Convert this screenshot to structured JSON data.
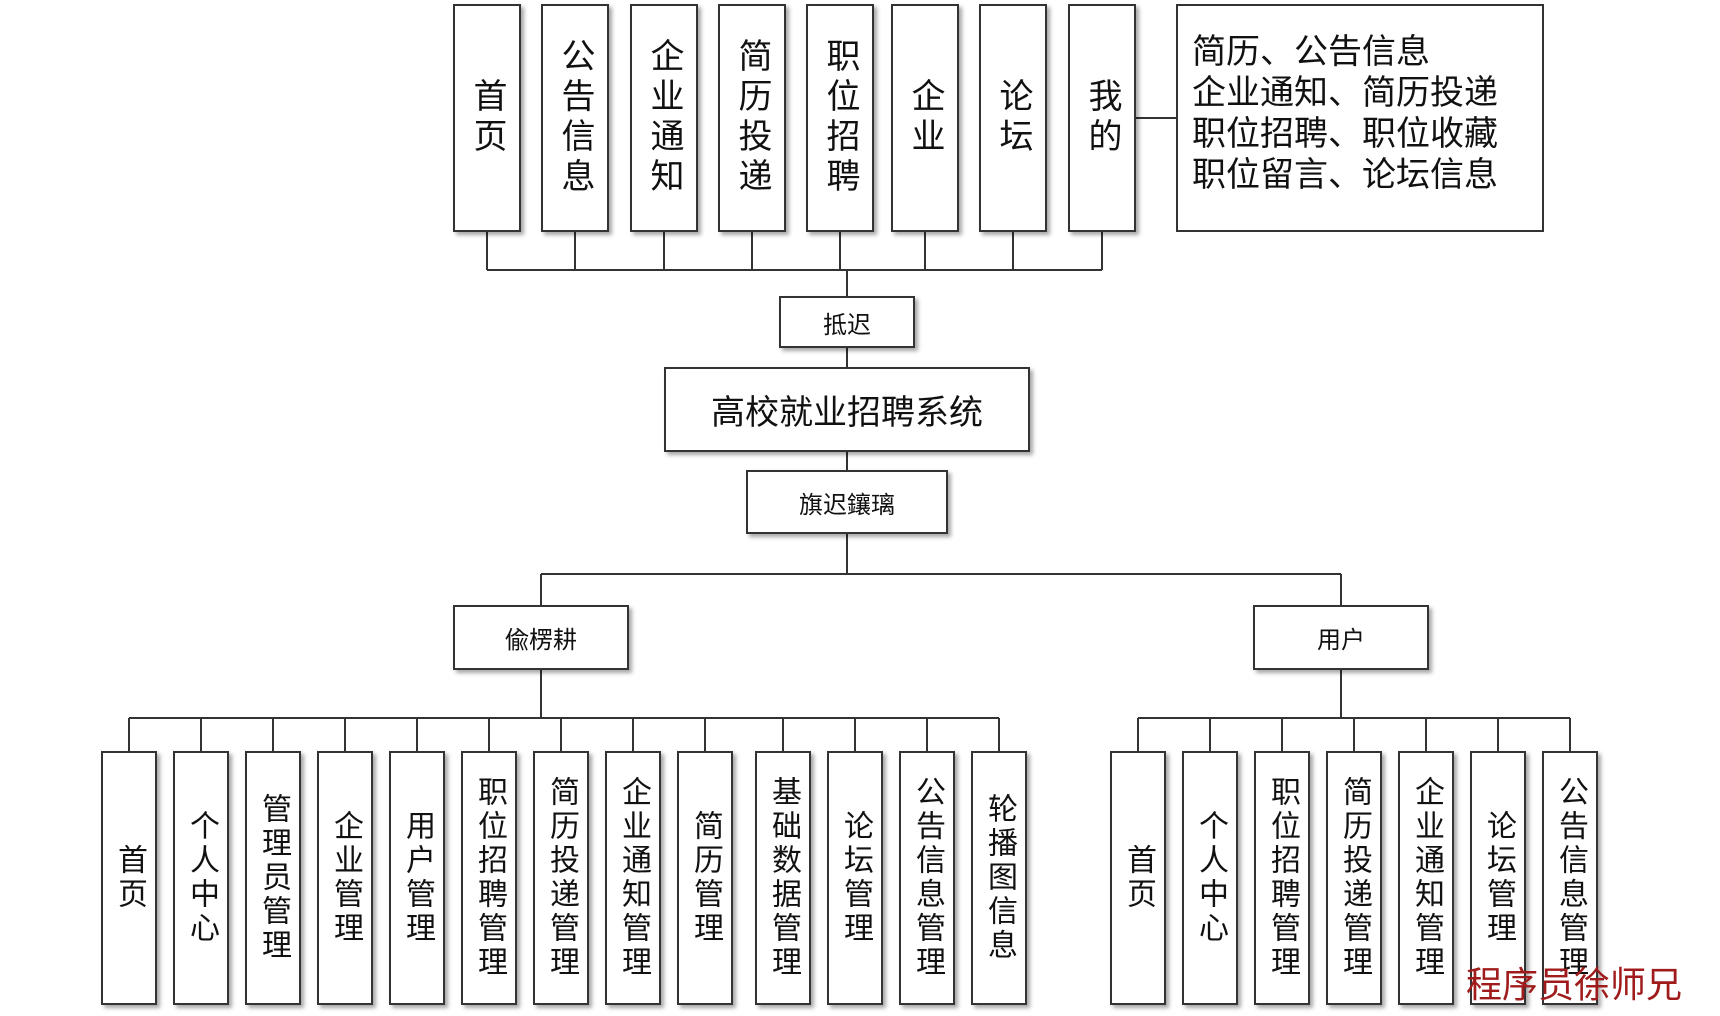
{
  "top_row": {
    "items": [
      "首页",
      "公告信息",
      "企业通知",
      "简历投递",
      "职位招聘",
      "企业",
      "论坛",
      "我的"
    ],
    "description_lines": [
      "简历、公告信息",
      "企业通知、简历投递",
      "职位招聘、职位收藏",
      "职位留言、论坛信息"
    ]
  },
  "front_label": "抵迟",
  "system_title": "高校就业招聘系统",
  "back_label": "旗迟鑲璃",
  "left_branch": {
    "title": "偸楞耕",
    "items": [
      "首页",
      "个人中心",
      "管理员管理",
      "企业管理",
      "用户管理",
      "职位招聘管理",
      "简历投递管理",
      "企业通知管理",
      "简历管理",
      "基础数据管理",
      "论坛管理",
      "公告信息管理",
      "轮播图信息"
    ]
  },
  "right_branch": {
    "title": "用户",
    "items": [
      "首页",
      "个人中心",
      "职位招聘管理",
      "简历投递管理",
      "企业通知管理",
      "论坛管理",
      "公告信息管理"
    ]
  },
  "watermark": "程序员徐师兄"
}
